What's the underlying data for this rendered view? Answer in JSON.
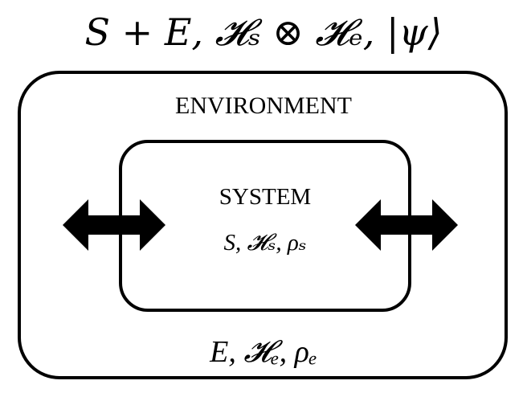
{
  "title": "S + E, 𝓗ₛ ⊗ 𝓗ₑ, |ψ⟩",
  "environment": {
    "label": "ENVIRONMENT",
    "symbols": "E, 𝓗ₑ, ρₑ"
  },
  "system": {
    "label": "SYSTEM",
    "symbols": "S, 𝓗ₛ, ρₛ"
  },
  "arrows": {
    "left_icon": "double-headed-arrow",
    "right_icon": "double-headed-arrow"
  },
  "colors": {
    "stroke": "#000000",
    "background": "#ffffff"
  }
}
